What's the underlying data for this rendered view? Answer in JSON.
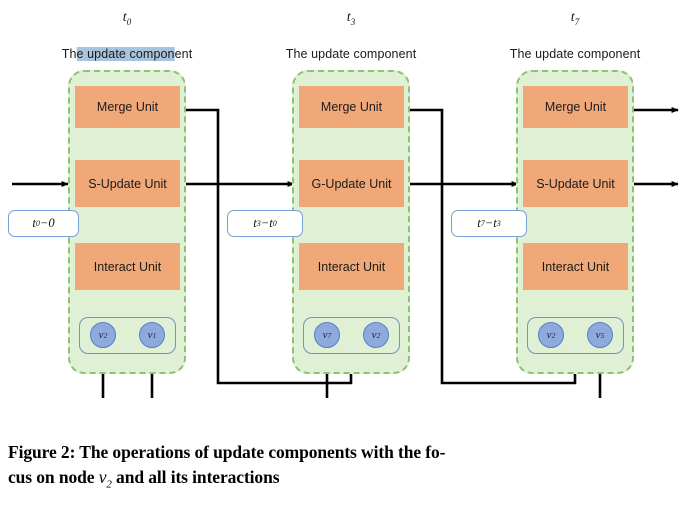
{
  "figure": {
    "caption_prefix": "Figure 2:",
    "caption_part1": " The operations of update components with the fo-",
    "caption_line2_a": "cus on node ",
    "caption_var": "v",
    "caption_var_sub": "2",
    "caption_line2_b": " and all its interactions"
  },
  "colors": {
    "unit_fill": "#f0a878",
    "component_fill": "#dff0d5",
    "component_border": "#8fc172",
    "node_fill": "#8eaadc",
    "node_border": "#5b7fbd",
    "interaction_border": "#6d94cf",
    "pill_border": "#7a9ed6",
    "selection_highlight": "#a8c4dc",
    "wire": "#000000"
  },
  "columns": [
    {
      "time_label": "t",
      "time_sub": "0",
      "caption_pre": "Th",
      "caption_highlight": "e update compon",
      "caption_post": "ent",
      "caption_highlighted": true,
      "merge_unit": "Merge Unit",
      "update_unit": "S-Update Unit",
      "interact_unit": "Interact Unit",
      "delta": {
        "lhs": "t",
        "lhs_sub": "0",
        "op": " − ",
        "rhs": "0",
        "rhs_sub": ""
      },
      "node_left": {
        "label": "v",
        "sub": "2"
      },
      "node_right": {
        "label": "v",
        "sub": "1"
      }
    },
    {
      "time_label": "t",
      "time_sub": "3",
      "caption_pre": "The update component",
      "caption_highlight": "",
      "caption_post": "",
      "caption_highlighted": false,
      "merge_unit": "Merge Unit",
      "update_unit": "G-Update Unit",
      "interact_unit": "Interact Unit",
      "delta": {
        "lhs": "t",
        "lhs_sub": "3",
        "op": " − ",
        "rhs": "t",
        "rhs_sub": "0"
      },
      "node_left": {
        "label": "v",
        "sub": "7"
      },
      "node_right": {
        "label": "v",
        "sub": "2"
      }
    },
    {
      "time_label": "t",
      "time_sub": "7",
      "caption_pre": "The update component",
      "caption_highlight": "",
      "caption_post": "",
      "caption_highlighted": false,
      "merge_unit": "Merge Unit",
      "update_unit": "S-Update Unit",
      "interact_unit": "Interact Unit",
      "delta": {
        "lhs": "t",
        "lhs_sub": "7",
        "op": " − ",
        "rhs": "t",
        "rhs_sub": "3"
      },
      "node_left": {
        "label": "v",
        "sub": "2"
      },
      "node_right": {
        "label": "v",
        "sub": "5"
      }
    }
  ]
}
